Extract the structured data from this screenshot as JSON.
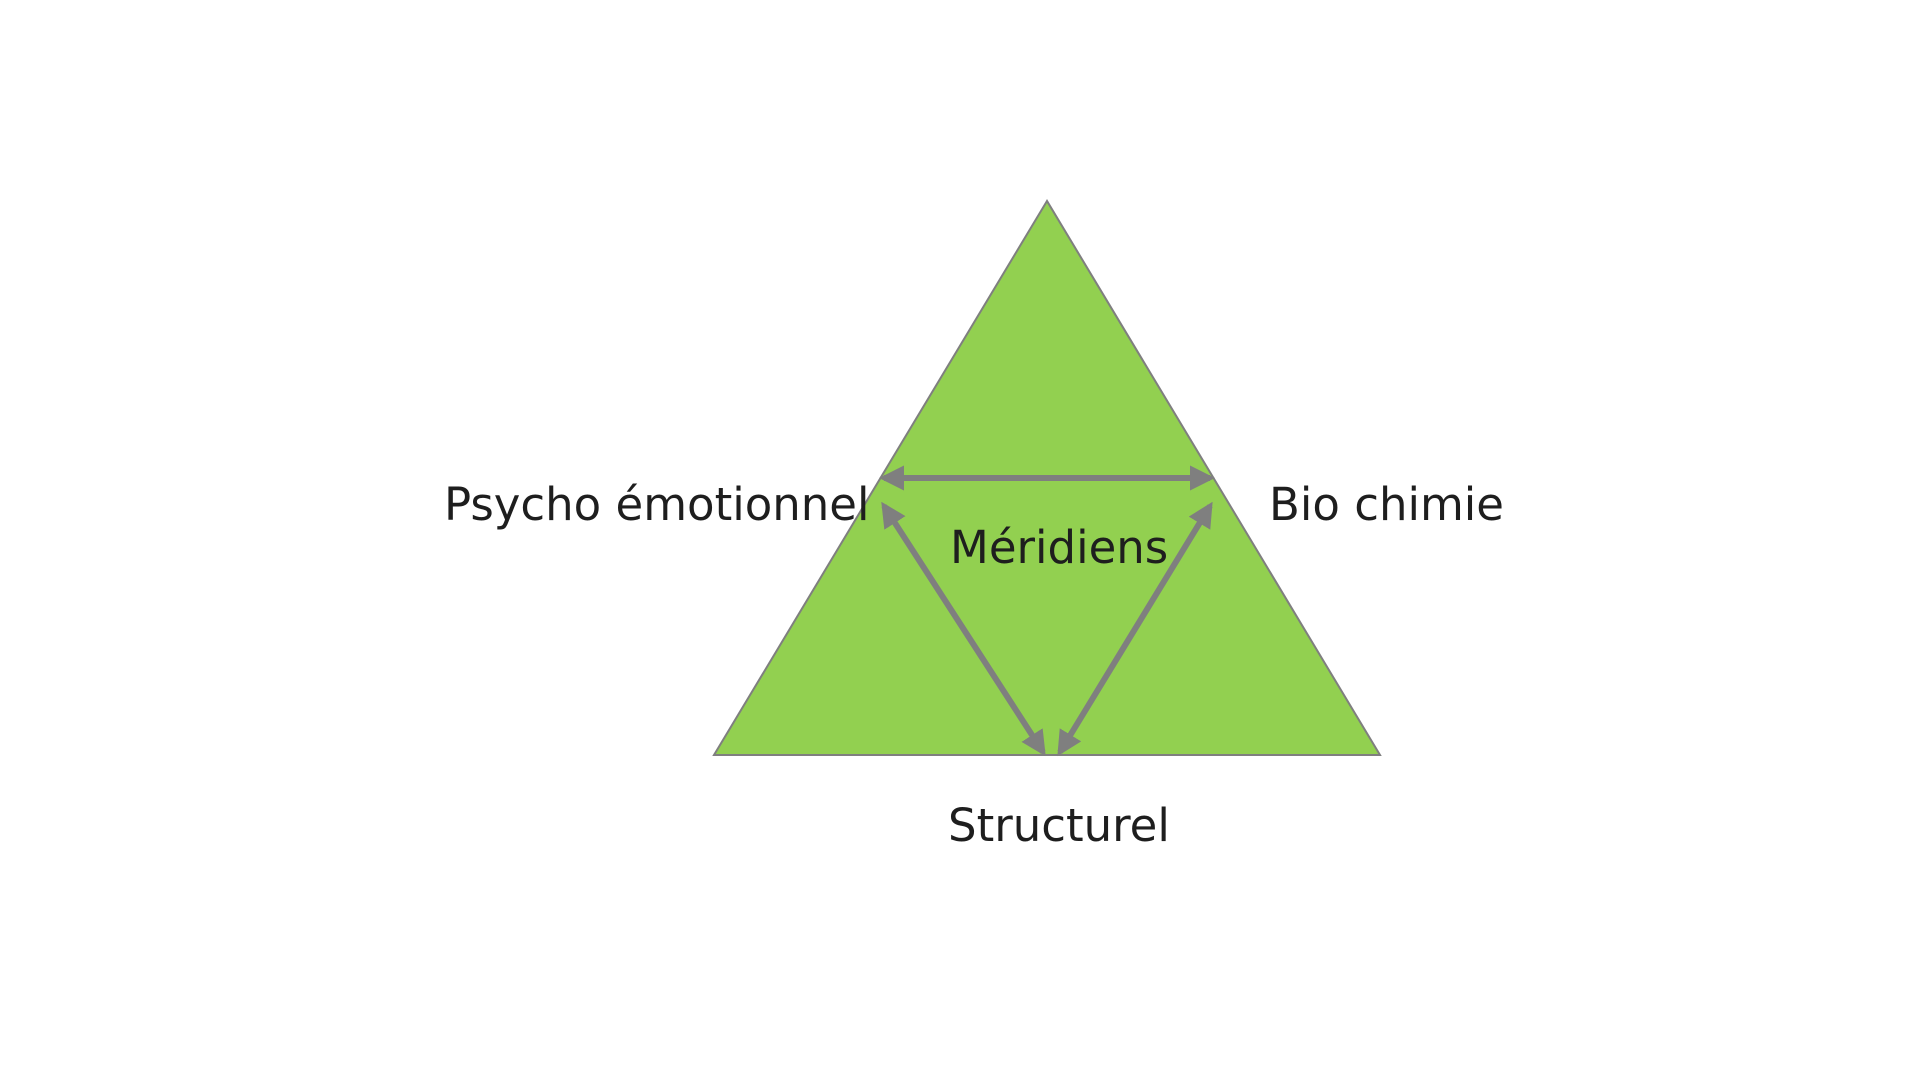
{
  "diagram": {
    "colors": {
      "background": "#ffffff",
      "triangle_fill": "#92d050",
      "triangle_stroke": "#7f7f7f",
      "arrow": "#7f7f7f",
      "text": "#1e1e1e"
    },
    "labels": {
      "left": "Psycho émotionnel",
      "right": "Bio chimie",
      "center": "Méridiens",
      "bottom": "Structurel"
    },
    "arrows": [
      {
        "from": "Psycho émotionnel",
        "to": "Bio chimie",
        "direction": "both"
      },
      {
        "from": "Psycho émotionnel",
        "to": "Structurel",
        "direction": "both"
      },
      {
        "from": "Bio chimie",
        "to": "Structurel",
        "direction": "both"
      }
    ]
  }
}
